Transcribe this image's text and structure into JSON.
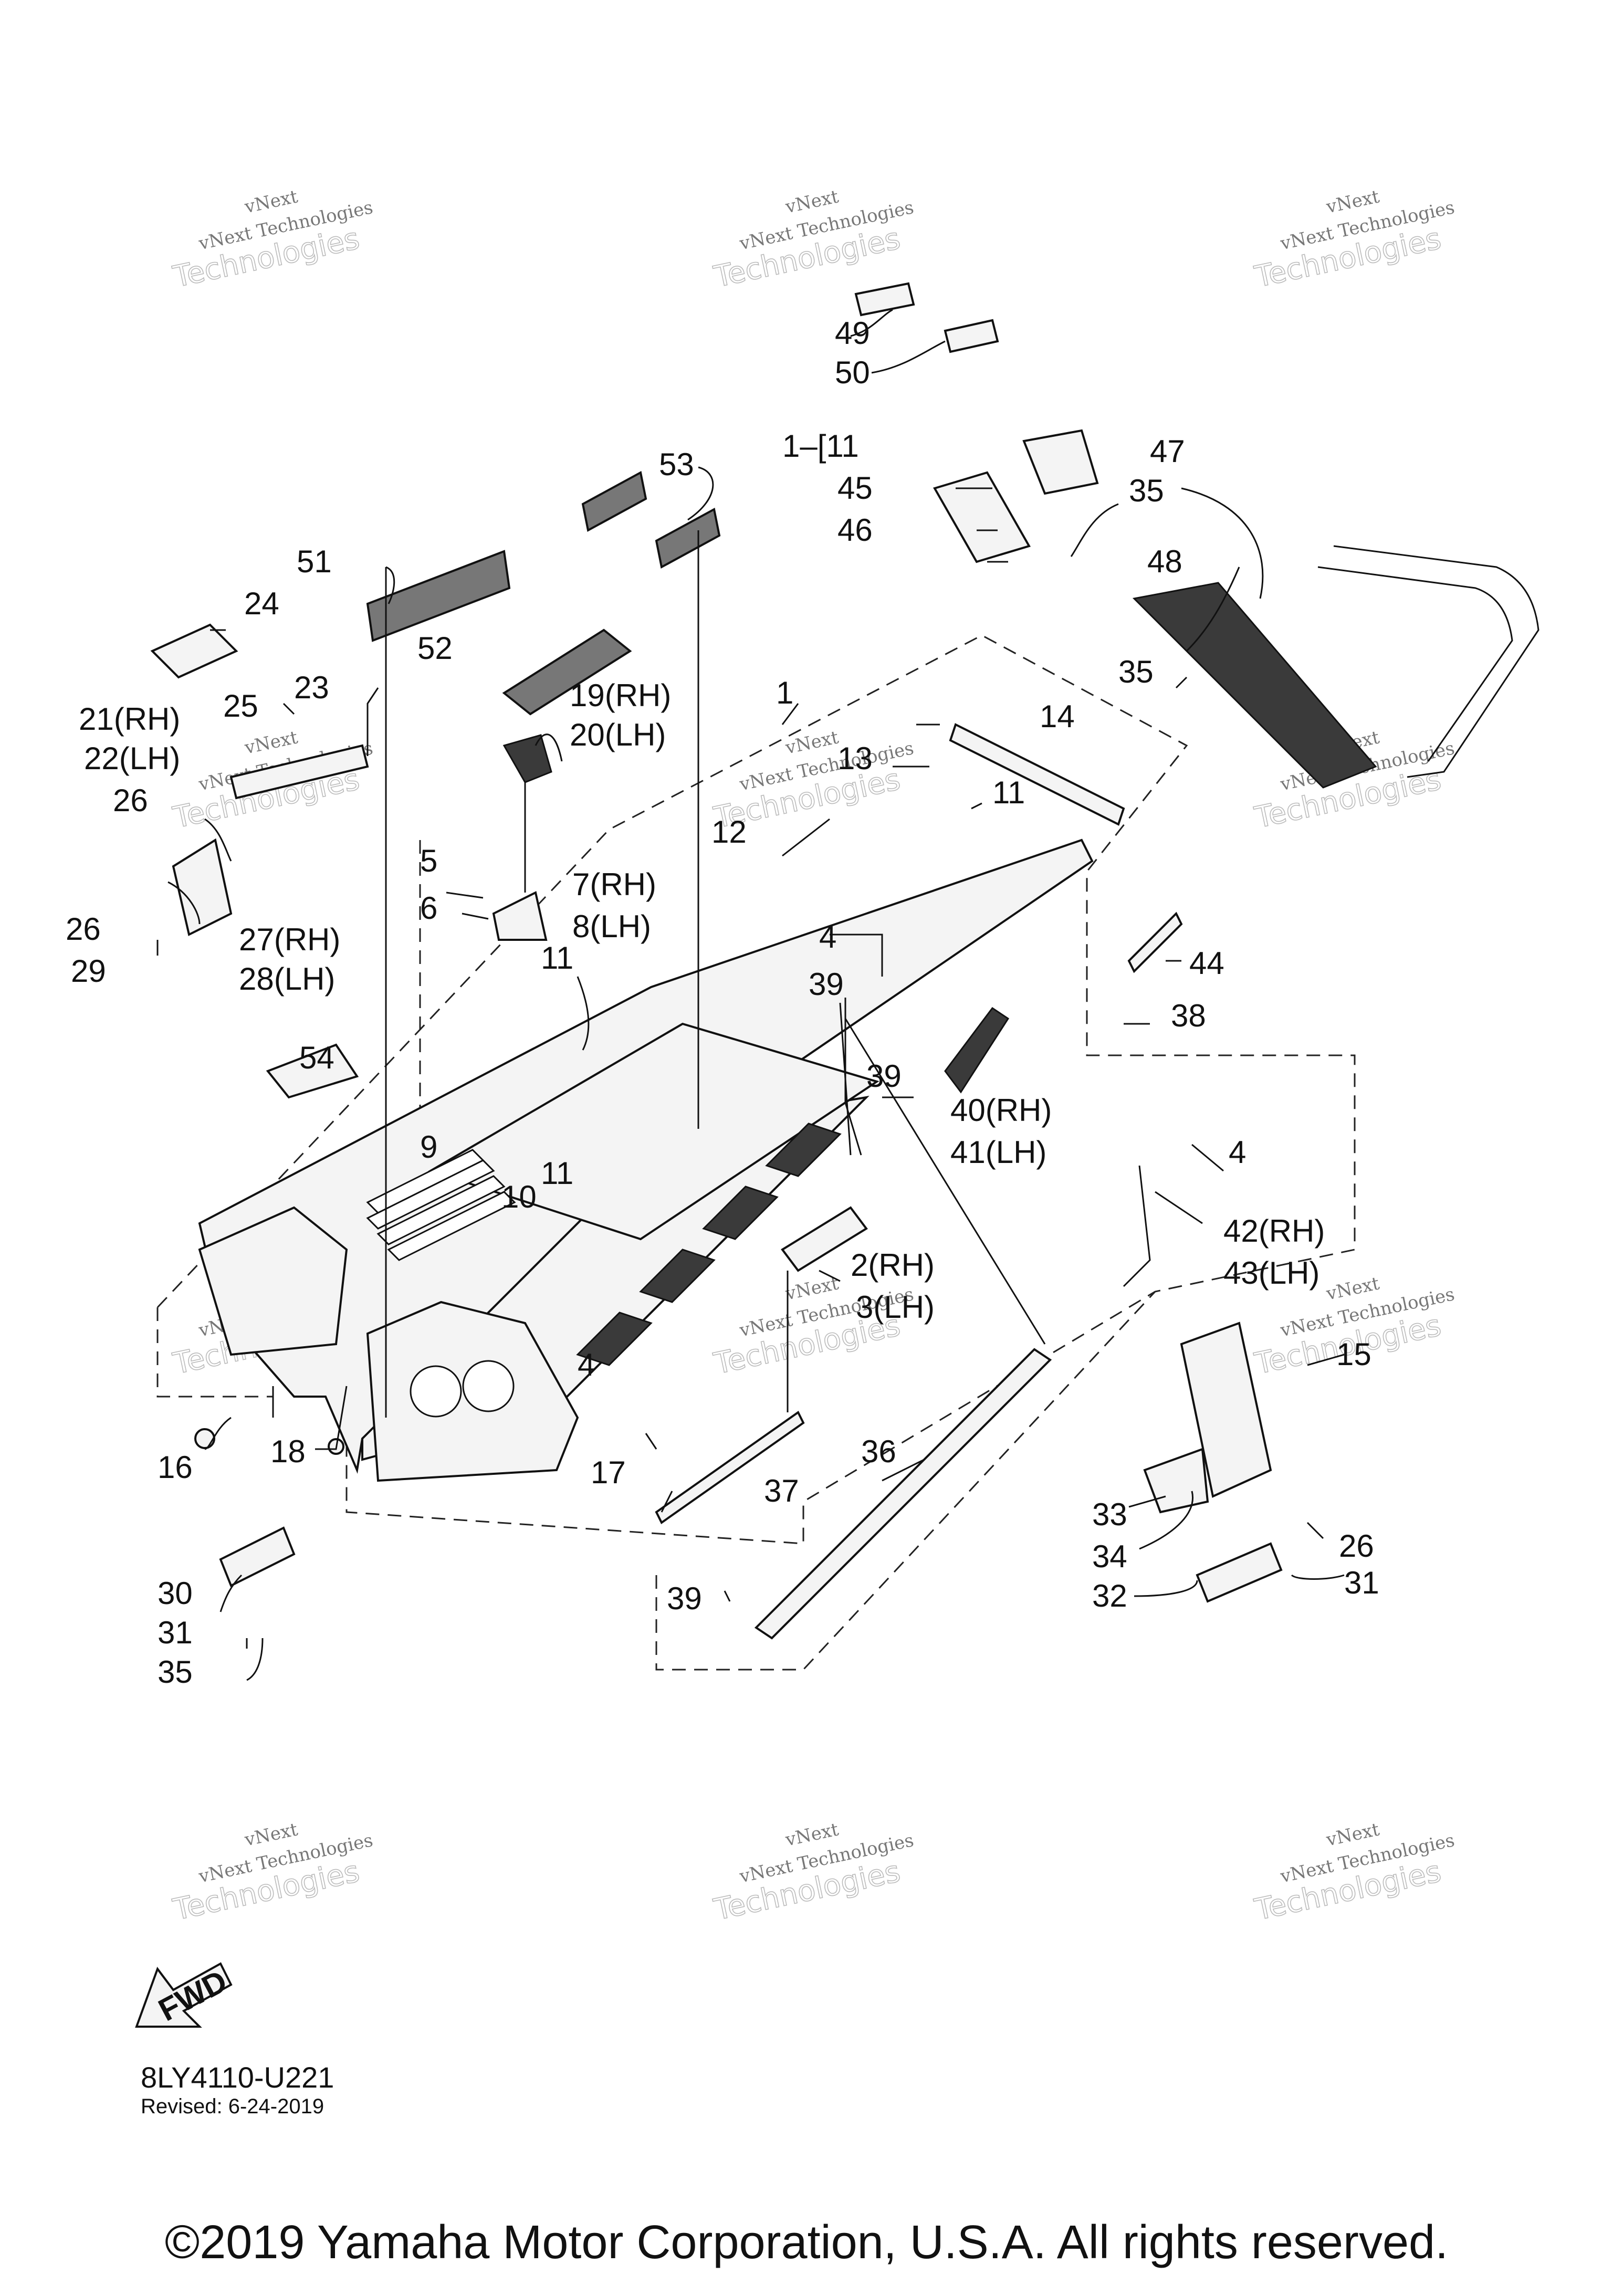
{
  "watermark": {
    "line1": "vNext",
    "line2": "vNext Technologies",
    "line3": "Technologies"
  },
  "fwd_label": "FWD",
  "diagram_code": "8LY4110-U221",
  "revised": "Revised: 6-24-2019",
  "copyright": "©2019 Yamaha Motor Corporation, U.S.A. All rights reserved.",
  "callouts": {
    "c1": "1",
    "c1b": "1–[11",
    "c2": "2(RH)",
    "c3": "3(LH)",
    "c4a": "4",
    "c4b": "4",
    "c4c": "4",
    "c5": "5",
    "c6": "6",
    "c7": "7(RH)",
    "c8": "8(LH)",
    "c9": "9",
    "c10": "10",
    "c11a": "11",
    "c11b": "11",
    "c11c": "11",
    "c12": "12",
    "c13": "13",
    "c14": "14",
    "c15": "15",
    "c16": "16",
    "c17": "17",
    "c18": "18",
    "c19": "19(RH)",
    "c20": "20(LH)",
    "c21": "21(RH)",
    "c22": "22(LH)",
    "c23": "23",
    "c24": "24",
    "c25": "25",
    "c26a": "26",
    "c26b": "26",
    "c26c": "26",
    "c27": "27(RH)",
    "c28": "28(LH)",
    "c29": "29",
    "c30": "30",
    "c31a": "31",
    "c31b": "31",
    "c32": "32",
    "c33": "33",
    "c34": "34",
    "c35a": "35",
    "c35b": "35",
    "c35c": "35",
    "c36": "36",
    "c37": "37",
    "c38": "38",
    "c39a": "39",
    "c39b": "39",
    "c39c": "39",
    "c40": "40(RH)",
    "c41": "41(LH)",
    "c42": "42(RH)",
    "c43": "43(LH)",
    "c44": "44",
    "c45": "45",
    "c46": "46",
    "c47": "47",
    "c48": "48",
    "c49": "49",
    "c50": "50",
    "c51": "51",
    "c52": "52",
    "c53": "53",
    "c54": "54"
  }
}
